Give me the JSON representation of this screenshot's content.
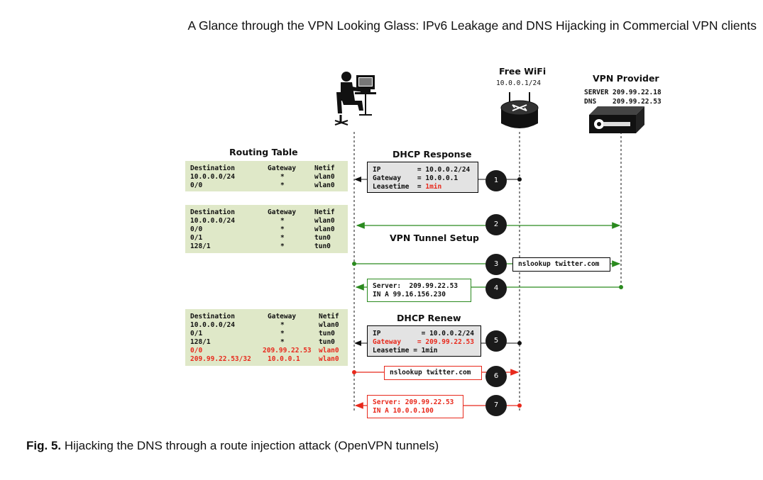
{
  "header": "A Glance through the VPN Looking Glass: IPv6 Leakage and DNS Hijacking in Commercial VPN clients",
  "caption": {
    "label": "Fig. 5.",
    "text": " Hijacking the DNS through a route injection attack (OpenVPN tunnels)"
  },
  "nodes": {
    "wifi_title": "Free WiFi",
    "wifi_ip": "10.0.0.1/24",
    "vpn_title": "VPN Provider",
    "vpn_server": "SERVER 209.99.22.18",
    "vpn_dns": "DNS    209.99.22.53"
  },
  "section_labels": {
    "routing_table": "Routing Table",
    "dhcp_response": "DHCP Response",
    "vpn_tunnel_setup": "VPN Tunnel Setup",
    "dhcp_renew": "DHCP Renew"
  },
  "tables": [
    {
      "headers": [
        "Destination",
        "Gateway",
        "Netif"
      ],
      "rows": [
        [
          "10.0.0.0/24",
          "*",
          "wlan0"
        ],
        [
          "0/0",
          "*",
          "wlan0"
        ]
      ]
    },
    {
      "headers": [
        "Destination",
        "Gateway",
        "Netif"
      ],
      "rows": [
        [
          "10.0.0.0/24",
          "*",
          "wlan0"
        ],
        [
          "0/0",
          "*",
          "wlan0"
        ],
        [
          "0/1",
          "*",
          "tun0"
        ],
        [
          "128/1",
          "*",
          "tun0"
        ]
      ]
    },
    {
      "headers": [
        "Destination",
        "Gateway",
        "Netif"
      ],
      "rows": [
        [
          "10.0.0.0/24",
          "*",
          "wlan0"
        ],
        [
          "0/1",
          "*",
          "tun0"
        ],
        [
          "128/1",
          "*",
          "tun0"
        ],
        [
          "0/0",
          "209.99.22.53",
          "wlan0"
        ],
        [
          "209.99.22.53/32",
          "10.0.0.1",
          "wlan0"
        ]
      ]
    }
  ],
  "dhcp_response_box": {
    "ip": "IP         = 10.0.0.2/24",
    "gateway": "Gateway    = 10.0.0.1",
    "lease_prefix": "Leasetime  = ",
    "lease_value": "1min"
  },
  "dhcp_renew_box": {
    "ip": "IP          = 10.0.0.2/24",
    "gateway_label": "Gateway",
    "gateway_value": "    = 209.99.22.53",
    "lease": "Leasetime = 1min"
  },
  "messages": {
    "nslookup_3": "nslookup twitter.com",
    "reply_4_line1": "Server:  209.99.22.53",
    "reply_4_line2": "IN A 99.16.156.230",
    "nslookup_6": "nslookup twitter.com",
    "reply_7_line1": "Server: 209.99.22.53",
    "reply_7_line2": "IN A 10.0.0.100"
  },
  "steps": [
    "1",
    "2",
    "3",
    "4",
    "5",
    "6",
    "7"
  ],
  "colors": {
    "green": "#2a8a1e",
    "red": "#e8291c",
    "table_bg": "#dfe8c8"
  }
}
